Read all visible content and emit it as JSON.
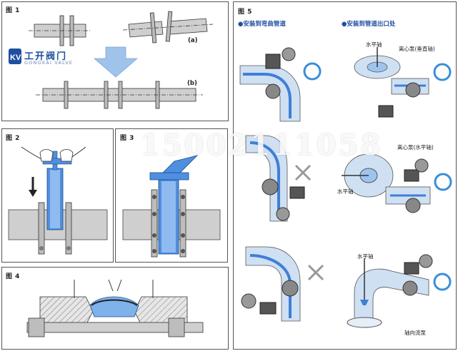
{
  "fig1": {
    "label": "图 1",
    "sub_a": "(a)",
    "sub_b": "(b)"
  },
  "fig2": {
    "label": "图 2"
  },
  "fig3": {
    "label": "图 3"
  },
  "fig4": {
    "label": "图 4"
  },
  "fig5": {
    "label": "图 5",
    "left_title": "●安装到弯曲管道",
    "right_title": "●安装到管道出口处",
    "ann_shaft_top": "水平轴",
    "ann_eccentric_vertical": "离心泵(垂直轴)",
    "ann_eccentric_horizontal": "离心泵(水平轴)",
    "ann_horizontal_shaft": "水平轴",
    "ann_horizontal_shaft_2": "水平轴",
    "ann_axial_pump": "轴向流泵"
  },
  "logo": {
    "cn": "工开阀门",
    "en": "GONGKAI VALVE",
    "mark": "KV"
  },
  "watermark": "15002111058",
  "colors": {
    "pipe": "#c8c8c8",
    "blue": "#3f7fd6",
    "lightblue": "#9ec4ee",
    "ring": "#3a8fd9",
    "arrow": "#a9c9ee"
  }
}
